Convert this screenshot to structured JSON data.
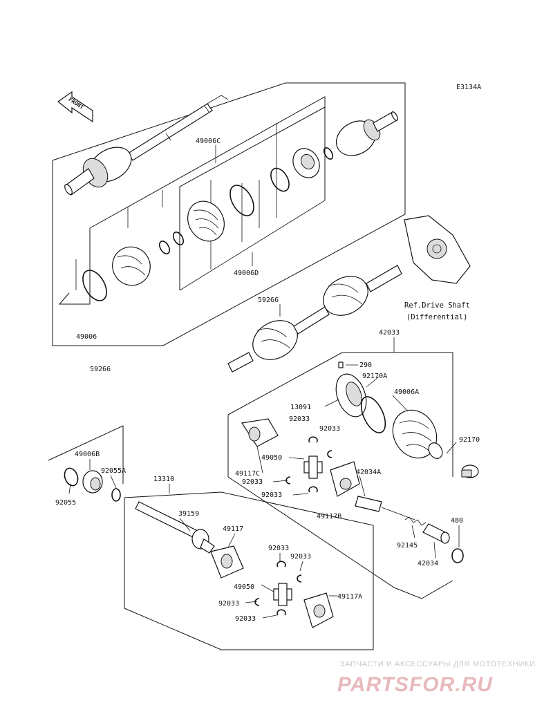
{
  "diagram": {
    "code": "E3134A",
    "front_label": "FRONT",
    "ref_line1": "Ref.Drive Shaft",
    "ref_line2": "(Differential)",
    "labels": {
      "l_49006C": "49006C",
      "l_49006D": "49006D",
      "l_49006": "49006",
      "l_59266_box": "59266",
      "l_59266": "59266",
      "l_42033": "42033",
      "l_290": "290",
      "l_92170A": "92170A",
      "l_13091": "13091",
      "l_49006A": "49006A",
      "l_92033_a": "92033",
      "l_92033_b": "92033",
      "l_92170": "92170",
      "l_49050_a": "49050",
      "l_49117C": "49117C",
      "l_92033_c": "92033",
      "l_42034A": "42034A",
      "l_92033_d": "92033",
      "l_49117B": "49117B",
      "l_480": "480",
      "l_92145": "92145",
      "l_42034": "42034",
      "l_49006B": "49006B",
      "l_92055A": "92055A",
      "l_92055": "92055",
      "l_13310": "13310",
      "l_39159": "39159",
      "l_49117": "49117",
      "l_92033_e": "92033",
      "l_92033_f": "92033",
      "l_49050_b": "49050",
      "l_49117A": "49117A",
      "l_92033_g": "92033",
      "l_92033_h": "92033"
    }
  },
  "watermark": {
    "tagline": "ЗАПЧАСТИ И АКСЕССУАРЫ ДЛЯ МОТОТЕХНИКИ",
    "brand": "PARTSFOR.RU"
  }
}
